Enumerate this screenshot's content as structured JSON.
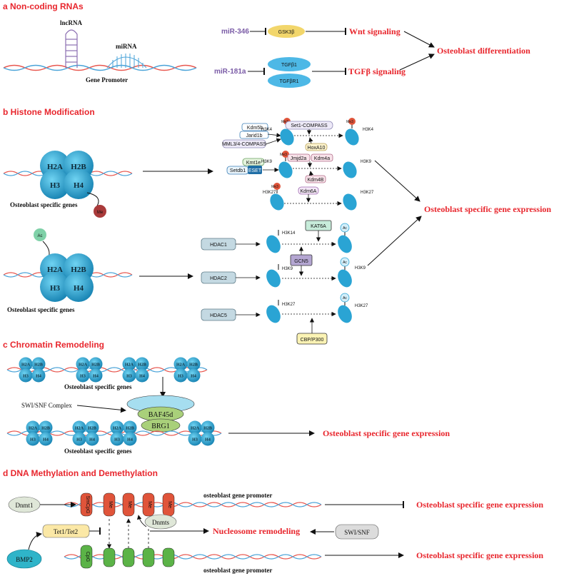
{
  "section_a": {
    "title": "a Non-coding RNAs",
    "lncrna": "lncRNA",
    "mirna": "miRNA",
    "gene_promoter": "Gene Promoter",
    "mir346": "miR-346",
    "gsk3b": "GSK3β",
    "wnt": "Wnt signaling",
    "mir181a": "miR-181a",
    "tgfb1": "TGFβ1",
    "tgfbr1": "TGFβR1",
    "tgfb_signaling": "TGFβ signaling",
    "osteoblast_diff": "Osteoblast differentiation"
  },
  "section_b": {
    "title": "b Histone Modification",
    "h2a": "H2A",
    "h2b": "H2B",
    "h3": "H3",
    "h4": "H4",
    "me": "Me",
    "ac": "Ac",
    "genes1": "Osteoblast specific genes",
    "genes2": "Osteoblast specific genes",
    "kdm5b": "Kdm5b",
    "jarid1b": "Jarid1b",
    "mml": "MML3/4-COMPASS",
    "kmt1e": "Kmt1e",
    "setdb1": "Setdb1",
    "eset": "ESET",
    "set1": "Set1-COMPASS",
    "hoxa10": "HoxA10",
    "jmjd2a": "Jmjd2a",
    "kdm4a": "Kdm4a",
    "kdm4b": "Kdm4B",
    "kdm6a": "Kdm6A",
    "h3k4": "H3K4",
    "h3k9": "H3K9",
    "h3k27": "H3K27",
    "h3k14": "H3K14",
    "me3": "Me3",
    "output": "Osteoblast specific gene expression",
    "hdac1": "HDAC1",
    "hdac2": "HDAC2",
    "hdac5": "HDAC5",
    "kat6a": "KAT6A",
    "gcn5": "GCN5",
    "cbp": "CBP/P300"
  },
  "section_c": {
    "title": "c Chromatin Remodeling",
    "genes1": "Osteoblast specific genes",
    "genes2": "Osteoblast specific genes",
    "swi_complex": "SWI/SNF Complex",
    "baf45d": "BAF45d",
    "brg1": "BRG1",
    "output": "Osteoblast specific gene expression"
  },
  "section_d": {
    "title": "d DNA Methylation and Demethylation",
    "dnmt1": "Dnmt1",
    "smcpg": "SmCpG",
    "me": "Me",
    "promoter_top": "osteoblast gene promoter",
    "promoter_bottom": "osteoblast gene promoter",
    "dnmts": "Dnmts",
    "tet": "Tet1/Tet2",
    "bmp2": "BMP2",
    "nucleosome": "Nucleosome remodeling",
    "swisnf": "SWI/SNF",
    "cpg": "CpG",
    "output_top": "Osteoblast specific gene expression",
    "output_bottom": "Osteoblast specific gene expression"
  },
  "colors": {
    "red": "#e8262d",
    "purple": "#7a5ba6",
    "histone": "#29a9d6",
    "me_red": "#e0543a",
    "cpg_green": "#5bb347",
    "dna_red": "#e8574f",
    "dna_blue": "#4aa3d8"
  }
}
